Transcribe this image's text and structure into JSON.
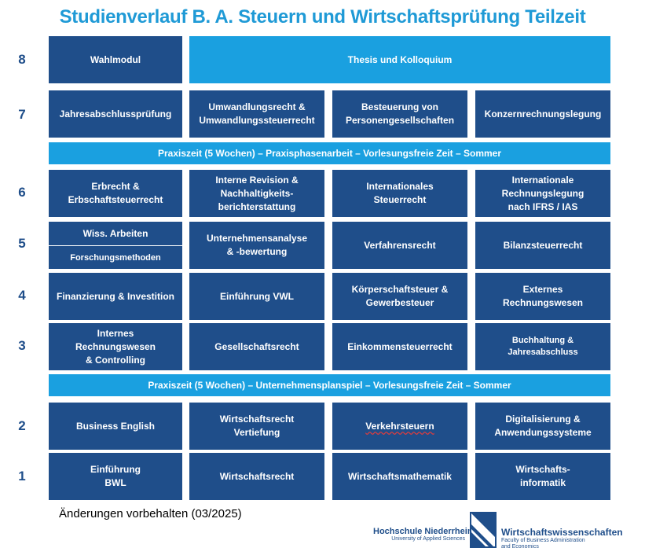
{
  "title": "Studienverlauf B. A. Steuern und Wirtschaftsprüfung Teilzeit",
  "semesters": {
    "s8": "8",
    "s7": "7",
    "s6": "6",
    "s5": "5",
    "s4": "4",
    "s3": "3",
    "s2": "2",
    "s1": "1"
  },
  "row8": {
    "c1": "Wahlmodul",
    "thesis": "Thesis und Kolloquium"
  },
  "row7": {
    "c1": "Jahresabschlussprüfung",
    "c2": "Umwandlungsrecht &\nUmwandlungssteuerrecht",
    "c3": "Besteuerung von\nPersonengesellschaften",
    "c4": "Konzernrechnungslegung"
  },
  "band_upper": "Praxiszeit (5 Wochen) – Praxisphasenarbeit – Vorlesungsfreie Zeit – Sommer",
  "row6": {
    "c1": "Erbrecht &\nErbschaftsteuerrecht",
    "c2": "Interne Revision &\nNachhaltigkeits-\nberichterstattung",
    "c3": "Internationales\nSteuerrecht",
    "c4": "Internationale\nRechnungslegung\nnach IFRS / IAS"
  },
  "row5": {
    "c1_top": "Wiss. Arbeiten",
    "c1_bottom": "Forschungsmethoden",
    "c2": "Unternehmensanalyse\n& -bewertung",
    "c3": "Verfahrensrecht",
    "c4": "Bilanzsteuerrecht"
  },
  "row4": {
    "c1": "Finanzierung & Investition",
    "c2": "Einführung VWL",
    "c3": "Körperschaftsteuer &\nGewerbesteuer",
    "c4": "Externes\nRechnungswesen"
  },
  "row3": {
    "c1": "Internes\nRechnungswesen\n& Controlling",
    "c2": "Gesellschaftsrecht",
    "c3": "Einkommensteuerrecht",
    "c4": "Buchhaltung &\nJahresabschluss"
  },
  "band_lower": "Praxiszeit (5 Wochen) – Unternehmensplanspiel – Vorlesungsfreie Zeit – Sommer",
  "row2": {
    "c1": "Business English",
    "c2": "Wirtschaftsrecht\nVertiefung",
    "c3": "Verkehrsteuern",
    "c4": "Digitalisierung &\nAnwendungssysteme"
  },
  "row1": {
    "c1": "Einführung\nBWL",
    "c2": "Wirtschaftsrecht",
    "c3": "Wirtschaftsmathematik",
    "c4": "Wirtschafts-\ninformatik"
  },
  "note": "Änderungen vorbehalten (03/2025)",
  "logos": {
    "hs_name": "Hochschule Niederrhein",
    "hs_sub": "University of Applied Sciences",
    "fac_name": "Wirtschaftswissenschaften",
    "fac_sub": "Faculty of Business Administration\nand Economics"
  },
  "colors": {
    "dark_blue": "#1f4e8a",
    "light_blue": "#1aa0e0",
    "title": "#1f9ad6"
  }
}
